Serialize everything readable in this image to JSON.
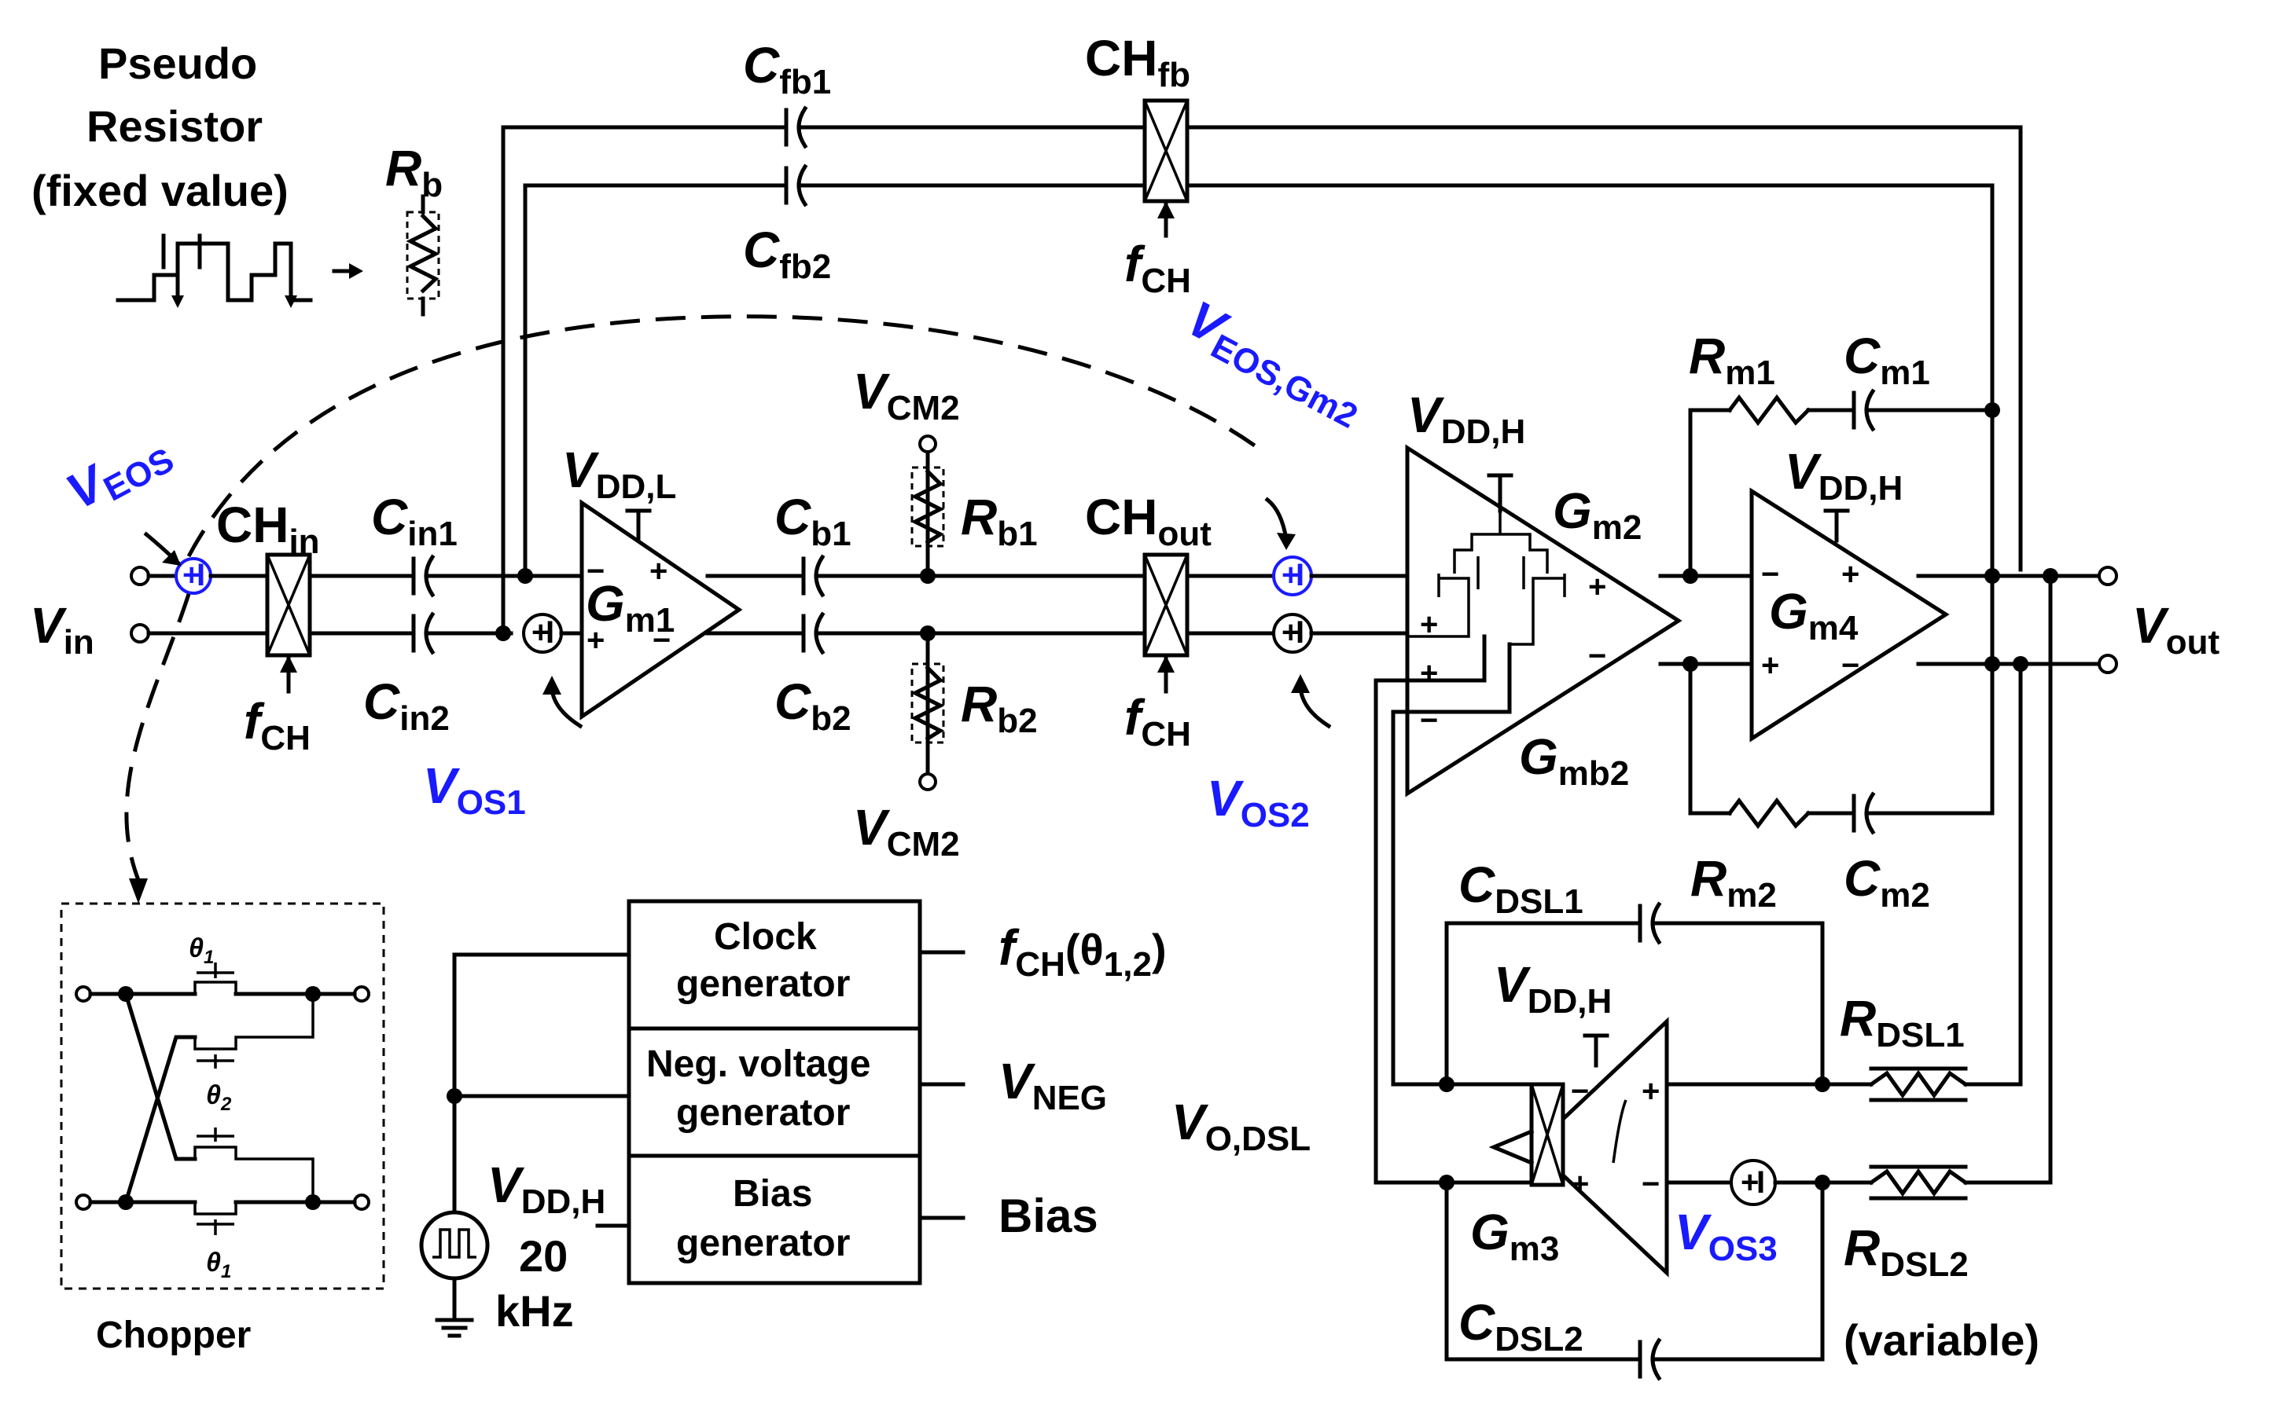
{
  "diagram": {
    "pseudo_resistor": {
      "line1": "Pseudo",
      "line2": "Resistor",
      "line3": "(fixed value)"
    },
    "chopper_caption": "Chopper",
    "inputs": {
      "vin": {
        "main": "V",
        "sub": "in"
      },
      "vout": {
        "main": "V",
        "sub": "out"
      }
    },
    "labels": {
      "rb": {
        "main": "R",
        "sub": "b"
      },
      "cfb1": {
        "main": "C",
        "sub": "fb1"
      },
      "cfb2": {
        "main": "C",
        "sub": "fb2"
      },
      "chfb": {
        "main": "CH",
        "sub": "fb"
      },
      "chin": {
        "main": "CH",
        "sub": "in"
      },
      "chout": {
        "main": "CH",
        "sub": "out"
      },
      "fch1": {
        "main": "f",
        "sub": "CH"
      },
      "fch2": {
        "main": "f",
        "sub": "CH"
      },
      "fch3": {
        "main": "f",
        "sub": "CH"
      },
      "cin1": {
        "main": "C",
        "sub": "in1"
      },
      "cin2": {
        "main": "C",
        "sub": "in2"
      },
      "cb1": {
        "main": "C",
        "sub": "b1"
      },
      "cb2": {
        "main": "C",
        "sub": "b2"
      },
      "rb1": {
        "main": "R",
        "sub": "b1"
      },
      "rb2": {
        "main": "R",
        "sub": "b2"
      },
      "vcm2a": {
        "main": "V",
        "sub": "CM2"
      },
      "vcm2b": {
        "main": "V",
        "sub": "CM2"
      },
      "vddl": {
        "main": "V",
        "sub": "DD,L"
      },
      "vddh1": {
        "main": "V",
        "sub": "DD,H"
      },
      "vddh2": {
        "main": "V",
        "sub": "DD,H"
      },
      "vddh3": {
        "main": "V",
        "sub": "DD,H"
      },
      "vddh4": {
        "main": "V",
        "sub": "DD,H"
      },
      "gm1": {
        "main": "G",
        "sub": "m1"
      },
      "gm2": {
        "main": "G",
        "sub": "m2"
      },
      "gmb2": {
        "main": "G",
        "sub": "mb2"
      },
      "gm3": {
        "main": "G",
        "sub": "m3"
      },
      "gm4": {
        "main": "G",
        "sub": "m4"
      },
      "rm1": {
        "main": "R",
        "sub": "m1"
      },
      "cm1": {
        "main": "C",
        "sub": "m1"
      },
      "rm2": {
        "main": "R",
        "sub": "m2"
      },
      "cm2": {
        "main": "C",
        "sub": "m2"
      },
      "cdsl1": {
        "main": "C",
        "sub": "DSL1"
      },
      "cdsl2": {
        "main": "C",
        "sub": "DSL2"
      },
      "rdsl1": {
        "main": "R",
        "sub": "DSL1"
      },
      "rdsl2": {
        "main": "R",
        "sub": "DSL2"
      },
      "rdsl2_note": "(variable)",
      "vodsl": {
        "main": "V",
        "sub": "O,DSL"
      },
      "veos": {
        "main": "V",
        "sub": "EOS"
      },
      "veosgm2": {
        "main": "V",
        "sub": "EOS,Gm2"
      },
      "vos1": {
        "main": "V",
        "sub": "OS1"
      },
      "vos2": {
        "main": "V",
        "sub": "OS2"
      },
      "vos3": {
        "main": "V",
        "sub": "OS3"
      },
      "theta1a": {
        "main": "θ",
        "sub": "1"
      },
      "theta2": {
        "main": "θ",
        "sub": "2"
      },
      "theta1b": {
        "main": "θ",
        "sub": "1"
      }
    },
    "blocks": {
      "clock": {
        "line1": "Clock",
        "line2": "generator"
      },
      "neg": {
        "line1": "Neg. voltage",
        "line2": "generator"
      },
      "bias": {
        "line1": "Bias",
        "line2": "generator"
      }
    },
    "block_outputs": {
      "fch": {
        "main": "f",
        "sub": "CH",
        "tail": "(θ",
        "tailsub": "1,2",
        "end": ")"
      },
      "vneg": {
        "main": "V",
        "sub": "NEG"
      },
      "bias": "Bias"
    },
    "osc": {
      "freq1": "20",
      "freq2": "kHz"
    },
    "colors": {
      "wire": "#000000",
      "offset_blue": "#1a1aff",
      "background": "#ffffff"
    }
  }
}
